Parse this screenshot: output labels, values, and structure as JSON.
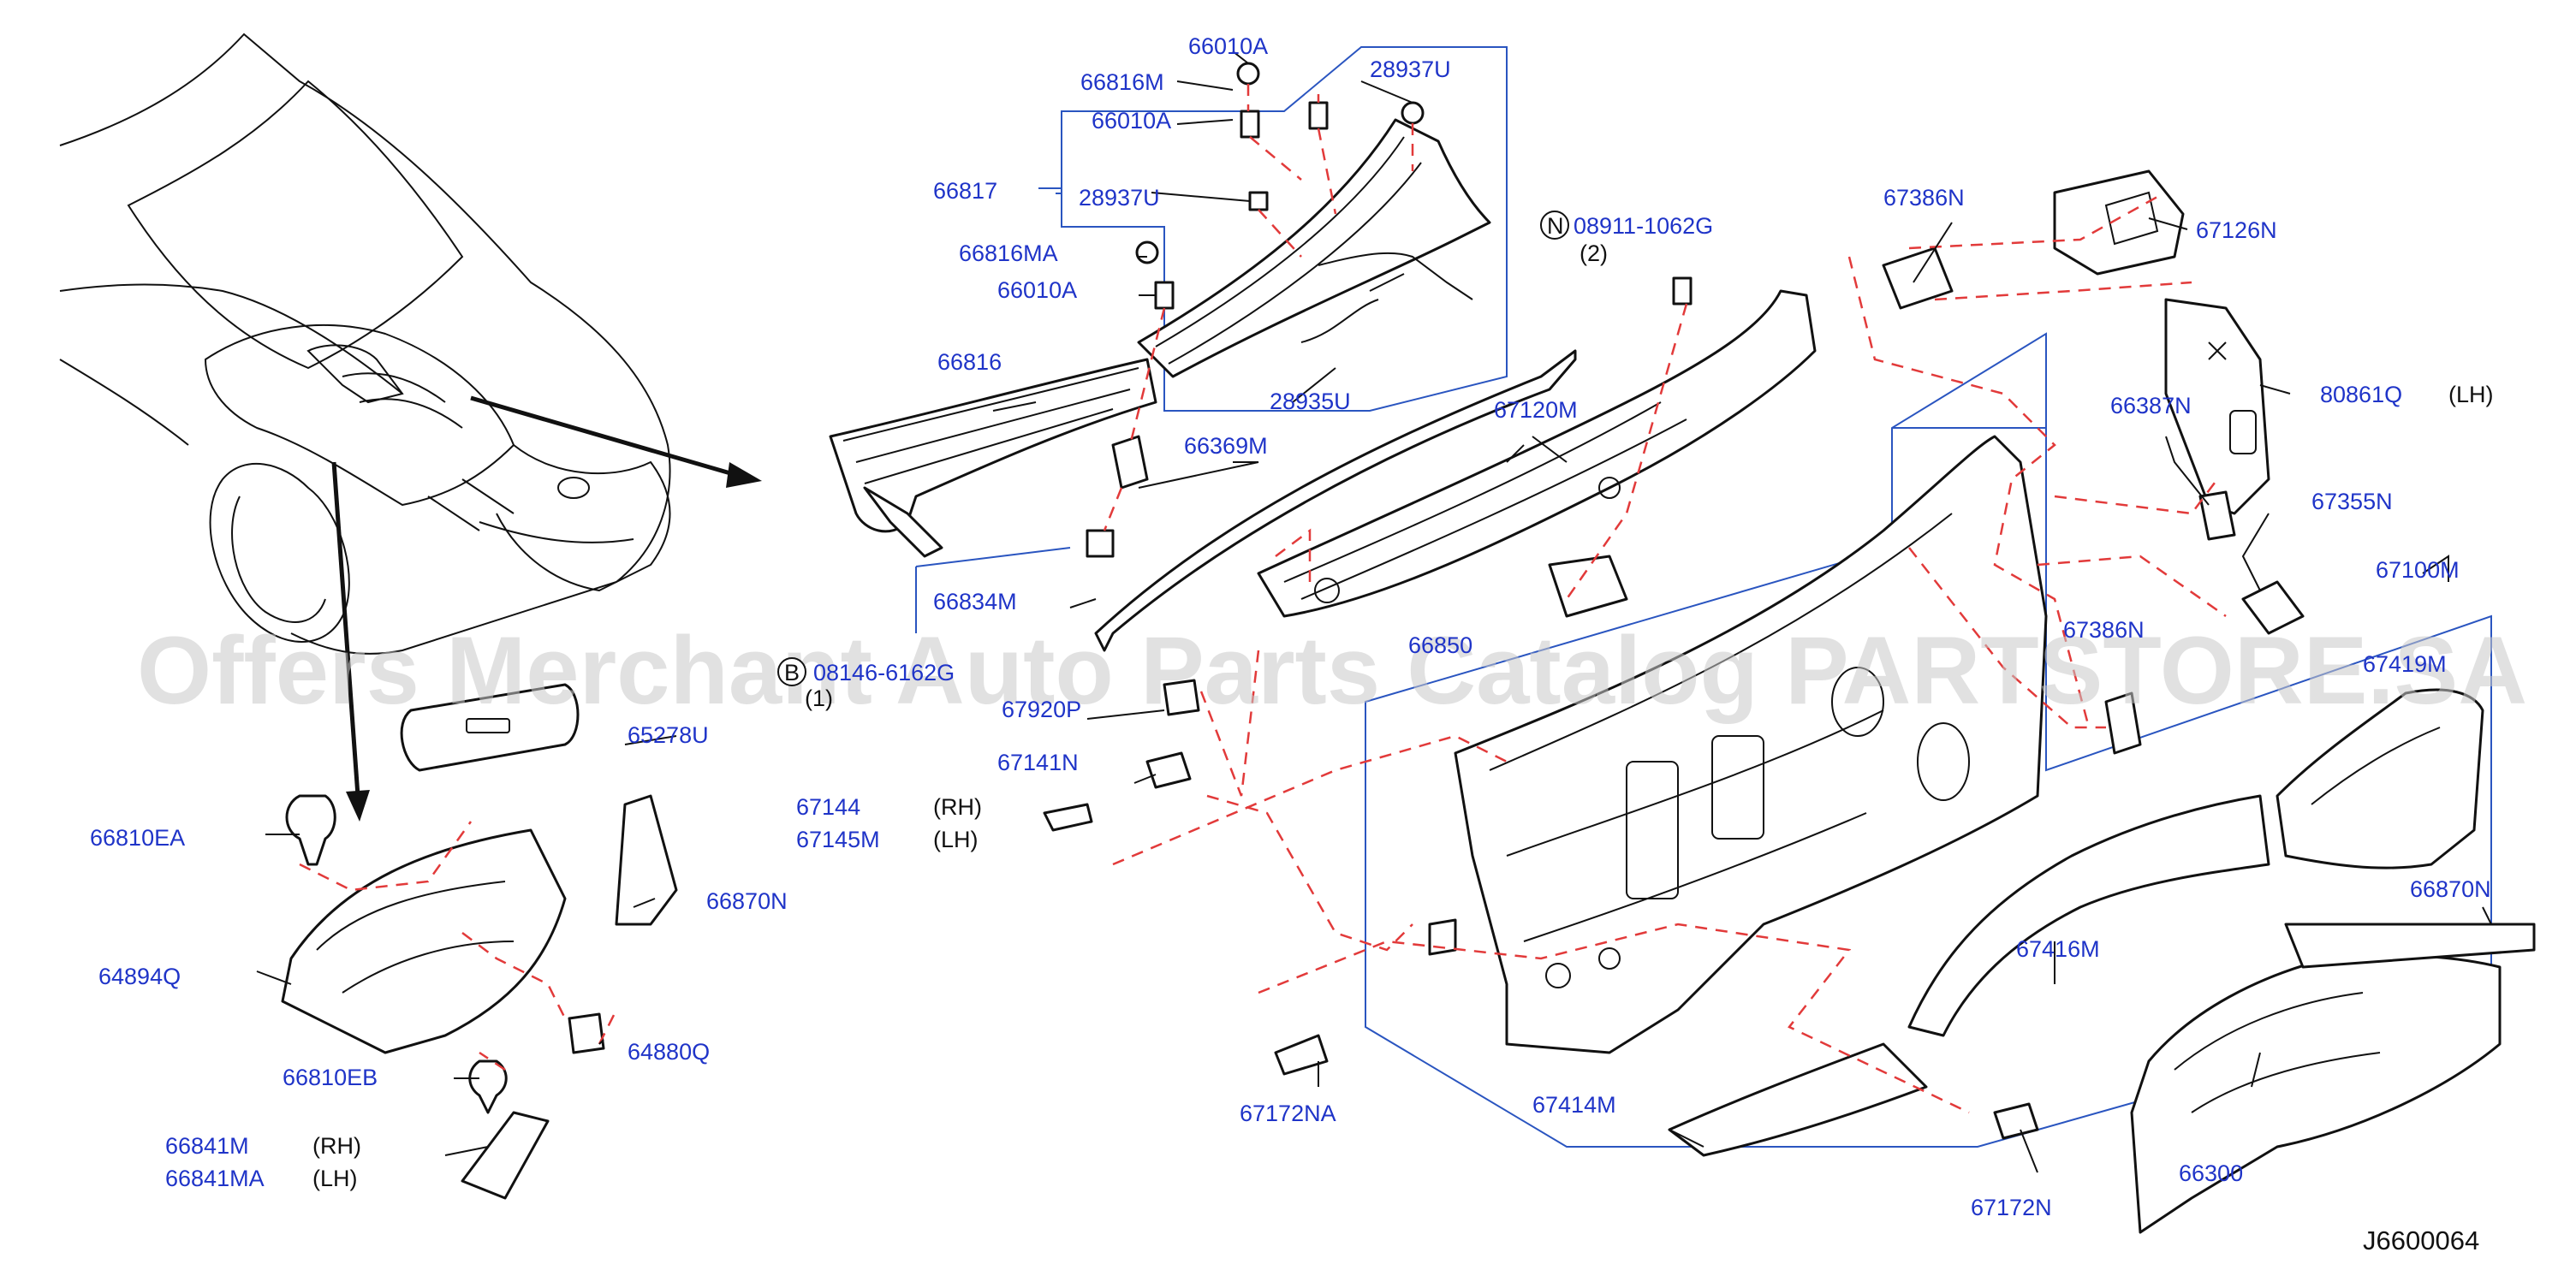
{
  "diagram_code": "J6600064",
  "watermark": "Offers Merchant Auto Parts Catalog PARTSTORE.SA",
  "colors": {
    "label": "#1f34c8",
    "dashed_leader": "#e23a3a",
    "group_box": "#2a55c0",
    "line_art": "#111111"
  },
  "labels": [
    {
      "id": "66010A_top",
      "text": "66010A"
    },
    {
      "id": "66816M",
      "text": "66816M"
    },
    {
      "id": "66010A_mid",
      "text": "66010A"
    },
    {
      "id": "28937U_top",
      "text": "28937U"
    },
    {
      "id": "66817",
      "text": "66817"
    },
    {
      "id": "28937U_mid",
      "text": "28937U"
    },
    {
      "id": "66816MA",
      "text": "66816MA"
    },
    {
      "id": "66010A_low",
      "text": "66010A"
    },
    {
      "id": "66816",
      "text": "66816"
    },
    {
      "id": "28935U",
      "text": "28935U"
    },
    {
      "id": "66369M",
      "text": "66369M"
    },
    {
      "id": "66834M",
      "text": "66834M"
    },
    {
      "id": "08146_bolt",
      "text": "08146-6162G"
    },
    {
      "id": "65278U",
      "text": "65278U"
    },
    {
      "id": "67920P",
      "text": "67920P"
    },
    {
      "id": "67141N",
      "text": "67141N"
    },
    {
      "id": "67144",
      "text": "67144"
    },
    {
      "id": "67145M",
      "text": "67145M"
    },
    {
      "id": "66810EA",
      "text": "66810EA"
    },
    {
      "id": "66870N_left",
      "text": "66870N"
    },
    {
      "id": "64894Q",
      "text": "64894Q"
    },
    {
      "id": "64880Q",
      "text": "64880Q"
    },
    {
      "id": "66810EB",
      "text": "66810EB"
    },
    {
      "id": "66841M",
      "text": "66841M"
    },
    {
      "id": "66841MA",
      "text": "66841MA"
    },
    {
      "id": "08911_nut",
      "text": "08911-1062G"
    },
    {
      "id": "67120M",
      "text": "67120M"
    },
    {
      "id": "66850",
      "text": "66850"
    },
    {
      "id": "67386N",
      "text": "67386N"
    },
    {
      "id": "67126N",
      "text": "67126N"
    },
    {
      "id": "80861Q",
      "text": "80861Q"
    },
    {
      "id": "66387N",
      "text": "66387N"
    },
    {
      "id": "67355N",
      "text": "67355N"
    },
    {
      "id": "67100M",
      "text": "67100M"
    },
    {
      "id": "67386N_b",
      "text": "67386N"
    },
    {
      "id": "67419M",
      "text": "67419M"
    },
    {
      "id": "67416M",
      "text": "67416M"
    },
    {
      "id": "66870N_right",
      "text": "66870N"
    },
    {
      "id": "67414M",
      "text": "67414M"
    },
    {
      "id": "67172NA",
      "text": "67172NA"
    },
    {
      "id": "67172N",
      "text": "67172N"
    },
    {
      "id": "66300",
      "text": "66300"
    }
  ],
  "notes": [
    {
      "id": "qty_08911",
      "text": "(2)"
    },
    {
      "id": "qty_08146",
      "text": "(1)"
    },
    {
      "id": "rh_67144",
      "text": "(RH)"
    },
    {
      "id": "lh_67145M",
      "text": "(LH)"
    },
    {
      "id": "lh_80861Q",
      "text": "(LH)"
    },
    {
      "id": "rh_66841M",
      "text": "(RH)"
    },
    {
      "id": "lh_66841MA",
      "text": "(LH)"
    }
  ],
  "symbols": {
    "nut_symbol": "N",
    "bolt_symbol": "B"
  }
}
